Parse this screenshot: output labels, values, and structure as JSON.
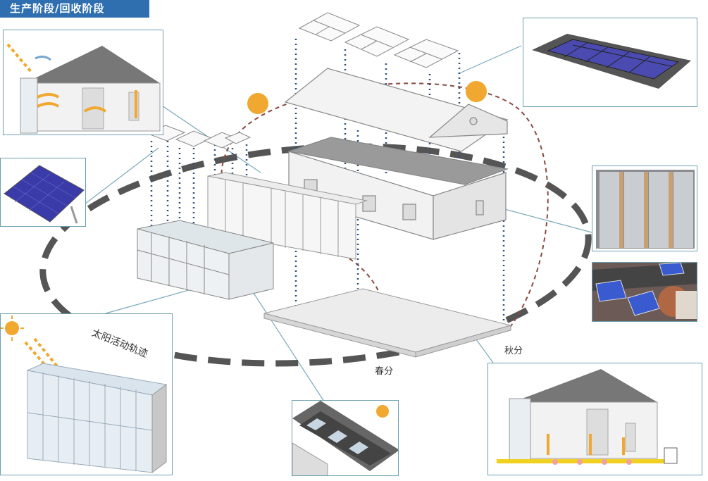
{
  "header": {
    "title": "生产阶段/回收阶段"
  },
  "labels": {
    "sun_path": "太阳活动轨迹",
    "spring_equinox": "春分",
    "autumn_equinox": "秋分"
  },
  "colors": {
    "title_bg": "#2f6fb0",
    "sun": "#f0a830",
    "ellipse": "#555555",
    "dotted_guides": "#2d4f7a",
    "callout_border": "#6e9fb2",
    "solar_panel": "#3a3aa8"
  }
}
